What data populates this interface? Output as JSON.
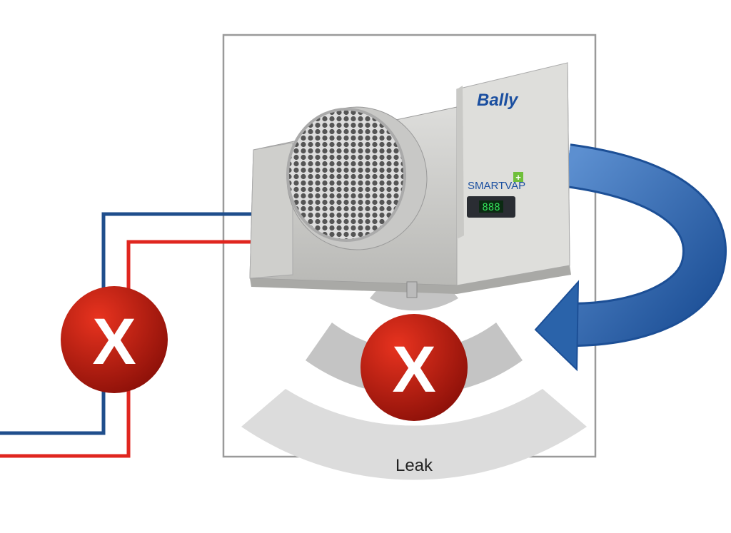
{
  "diagram": {
    "leak_label": "Leak",
    "pipe_x_mark": "X",
    "leak_x_mark": "X",
    "unit": {
      "brand": "Bally",
      "product": "SMARTVAP",
      "product_plus": "+",
      "display_readout": "888"
    },
    "colors": {
      "suction_pipe": "#1f4e8c",
      "liquid_pipe": "#e0261f",
      "x_badge": "#c81e15",
      "arrow": "#2f6db4",
      "frame": "#9a9a9a",
      "wave_light": "#dcdcdc",
      "wave_mid": "#c4c4c4"
    }
  }
}
